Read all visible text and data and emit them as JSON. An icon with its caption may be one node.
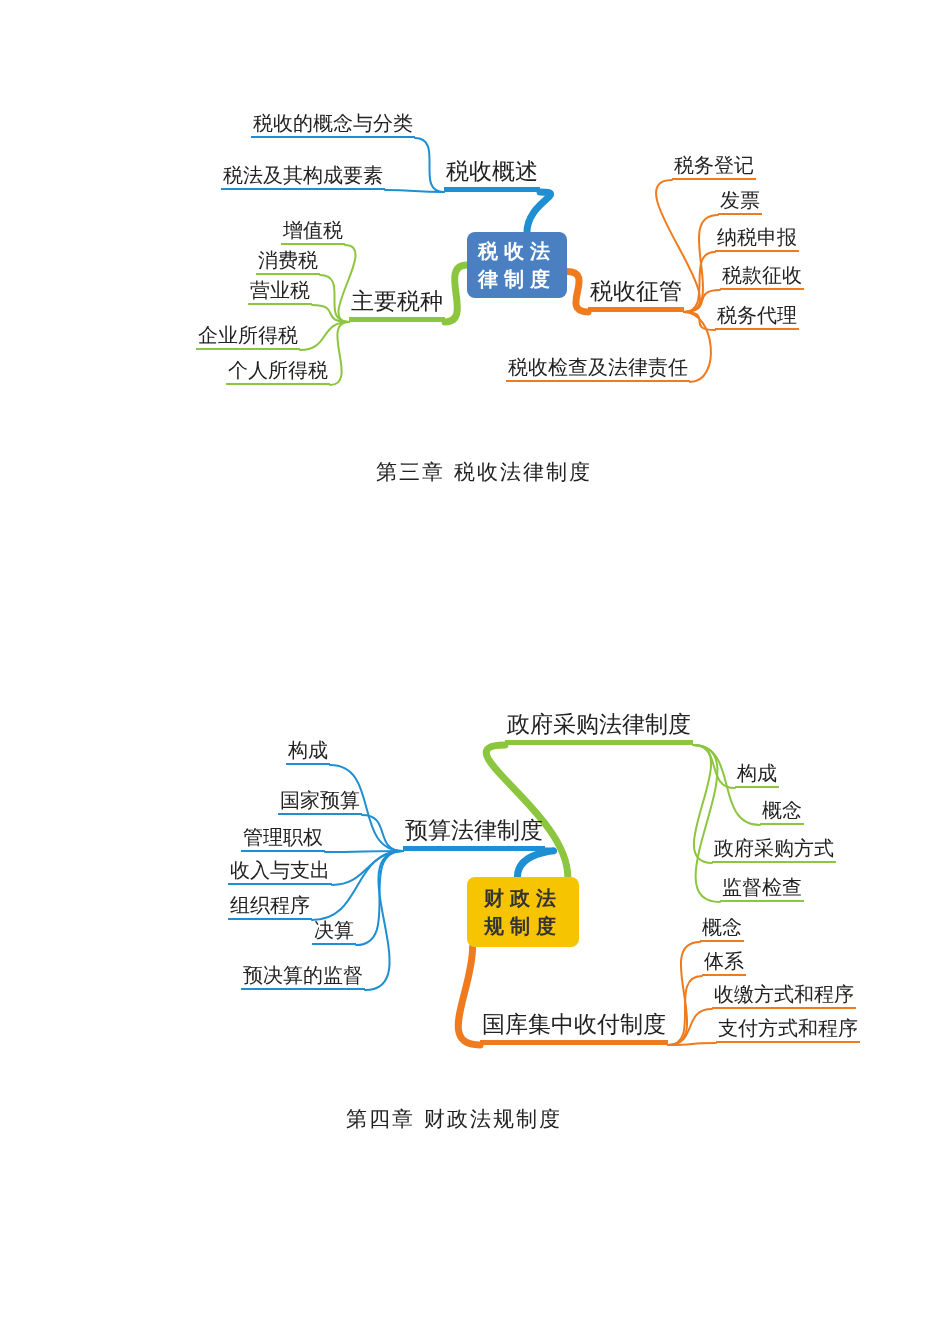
{
  "diagram": {
    "nodes": [
      {
        "text": [
          "税收法律制度"
        ]
      },
      {
        "text": [
          "税收概述"
        ]
      },
      {
        "text": [
          "税收的概念与分类"
        ]
      },
      {
        "text": [
          "税法及其构成要素"
        ]
      },
      {
        "text": [
          "主要税种"
        ]
      },
      {
        "text": [
          "增值税"
        ]
      },
      {
        "text": [
          "消费税"
        ]
      },
      {
        "text": [
          "营业税"
        ]
      },
      {
        "text": [
          "企业所得税"
        ]
      },
      {
        "text": [
          "个人所得税"
        ]
      },
      {
        "text": [
          "税收征管"
        ]
      },
      {
        "text": [
          "税务登记"
        ]
      },
      {
        "text": [
          "发票"
        ]
      },
      {
        "text": [
          "纳税申报"
        ]
      },
      {
        "text": [
          "税款征收"
        ]
      },
      {
        "text": [
          "税务代理"
        ]
      },
      {
        "text": [
          "税收检查及法律责任"
        ]
      },
      {
        "text": [
          "财政法规制度"
        ]
      },
      {
        "text": [
          "预算法律制度"
        ]
      },
      {
        "text": [
          "构成"
        ]
      },
      {
        "text": [
          "国家预算"
        ]
      },
      {
        "text": [
          "管理职权"
        ]
      },
      {
        "text": [
          "收入与支出"
        ]
      },
      {
        "text": [
          "组织程序"
        ]
      },
      {
        "text": [
          "决算"
        ]
      },
      {
        "text": [
          "预决算的监督"
        ]
      },
      {
        "text": [
          "政府采购法律制度"
        ]
      },
      {
        "text": [
          "构成"
        ]
      },
      {
        "text": [
          "概念"
        ]
      },
      {
        "text": [
          "政府采购方式"
        ]
      },
      {
        "text": [
          "监督检查"
        ]
      },
      {
        "text": [
          "国库集中收付制度"
        ]
      },
      {
        "text": [
          "概念"
        ]
      },
      {
        "text": [
          "体系"
        ]
      },
      {
        "text": [
          "收缴方式和程序"
        ]
      },
      {
        "text": [
          "支付方式和程序"
        ]
      }
    ],
    "edges": [
      {
        "from": 0,
        "to": 1,
        "arrow": "none",
        "style": "thick",
        "color": "#1e8fd2"
      },
      {
        "from": 1,
        "to": 2,
        "arrow": "none",
        "color": "#1e8fd2"
      },
      {
        "from": 1,
        "to": 3,
        "arrow": "none",
        "color": "#1e8fd2"
      },
      {
        "from": 0,
        "to": 4,
        "arrow": "none",
        "style": "thick",
        "color": "#8cc63f"
      },
      {
        "from": 4,
        "to": 5,
        "arrow": "none",
        "color": "#8cc63f"
      },
      {
        "from": 4,
        "to": 6,
        "arrow": "none",
        "color": "#8cc63f"
      },
      {
        "from": 4,
        "to": 7,
        "arrow": "none",
        "color": "#8cc63f"
      },
      {
        "from": 4,
        "to": 8,
        "arrow": "none",
        "color": "#8cc63f"
      },
      {
        "from": 4,
        "to": 9,
        "arrow": "none",
        "color": "#8cc63f"
      },
      {
        "from": 0,
        "to": 10,
        "arrow": "none",
        "style": "thick",
        "color": "#f07a1e"
      },
      {
        "from": 10,
        "to": 11,
        "arrow": "none",
        "color": "#f07a1e"
      },
      {
        "from": 10,
        "to": 12,
        "arrow": "none",
        "color": "#f07a1e"
      },
      {
        "from": 10,
        "to": 13,
        "arrow": "none",
        "color": "#f07a1e"
      },
      {
        "from": 10,
        "to": 14,
        "arrow": "none",
        "color": "#f07a1e"
      },
      {
        "from": 10,
        "to": 15,
        "arrow": "none",
        "color": "#f07a1e"
      },
      {
        "from": 10,
        "to": 16,
        "arrow": "none",
        "color": "#f07a1e"
      },
      {
        "from": 17,
        "to": 18,
        "arrow": "none",
        "style": "thick",
        "color": "#1e8fd2"
      },
      {
        "from": 18,
        "to": 19,
        "arrow": "none",
        "color": "#1e8fd2"
      },
      {
        "from": 18,
        "to": 20,
        "arrow": "none",
        "color": "#1e8fd2"
      },
      {
        "from": 18,
        "to": 21,
        "arrow": "none",
        "color": "#1e8fd2"
      },
      {
        "from": 18,
        "to": 22,
        "arrow": "none",
        "color": "#1e8fd2"
      },
      {
        "from": 18,
        "to": 23,
        "arrow": "none",
        "color": "#1e8fd2"
      },
      {
        "from": 18,
        "to": 24,
        "arrow": "none",
        "color": "#1e8fd2"
      },
      {
        "from": 18,
        "to": 25,
        "arrow": "none",
        "color": "#1e8fd2"
      },
      {
        "from": 17,
        "to": 26,
        "arrow": "none",
        "style": "thick",
        "color": "#8cc63f"
      },
      {
        "from": 26,
        "to": 27,
        "arrow": "none",
        "color": "#8cc63f"
      },
      {
        "from": 26,
        "to": 28,
        "arrow": "none",
        "color": "#8cc63f"
      },
      {
        "from": 26,
        "to": 29,
        "arrow": "none",
        "color": "#8cc63f"
      },
      {
        "from": 26,
        "to": 30,
        "arrow": "none",
        "color": "#8cc63f"
      },
      {
        "from": 17,
        "to": 31,
        "arrow": "none",
        "style": "thick",
        "color": "#f07a1e"
      },
      {
        "from": 31,
        "to": 32,
        "arrow": "none",
        "color": "#f07a1e"
      },
      {
        "from": 31,
        "to": 33,
        "arrow": "none",
        "color": "#f07a1e"
      },
      {
        "from": 31,
        "to": 34,
        "arrow": "none",
        "color": "#f07a1e"
      },
      {
        "from": 31,
        "to": 35,
        "arrow": "none",
        "color": "#f07a1e"
      }
    ],
    "labels": [
      "第三章 税收法律制度",
      "第四章 财政法规制度"
    ]
  }
}
